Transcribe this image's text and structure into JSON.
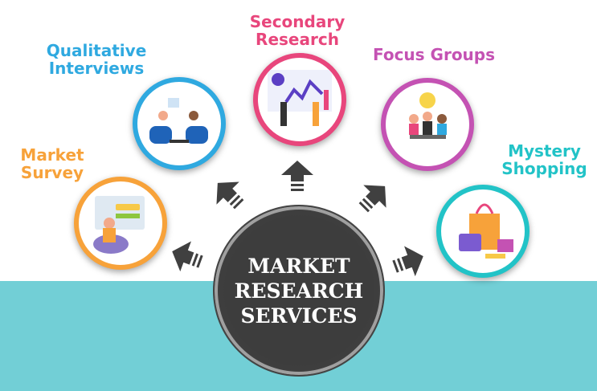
{
  "center": {
    "lines": [
      "MARKET",
      "RESEARCH",
      "SERVICES"
    ]
  },
  "services": [
    {
      "id": "market-survey",
      "lines": [
        "Market",
        "Survey"
      ],
      "color": "#f7a23a"
    },
    {
      "id": "qualitative-interviews",
      "lines": [
        "Qualitative",
        "Interviews"
      ],
      "color": "#2fa9e0"
    },
    {
      "id": "secondary-research",
      "lines": [
        "Secondary",
        "Research"
      ],
      "color": "#e8467c"
    },
    {
      "id": "focus-groups",
      "lines": [
        "Focus Groups"
      ],
      "color": "#c452b3"
    },
    {
      "id": "mystery-shopping",
      "lines": [
        "Mystery",
        "Shopping"
      ],
      "color": "#22c3c7"
    }
  ],
  "colors": {
    "band": "#72cfd6",
    "center": "#3d3d3d",
    "arrow": "#404040"
  }
}
